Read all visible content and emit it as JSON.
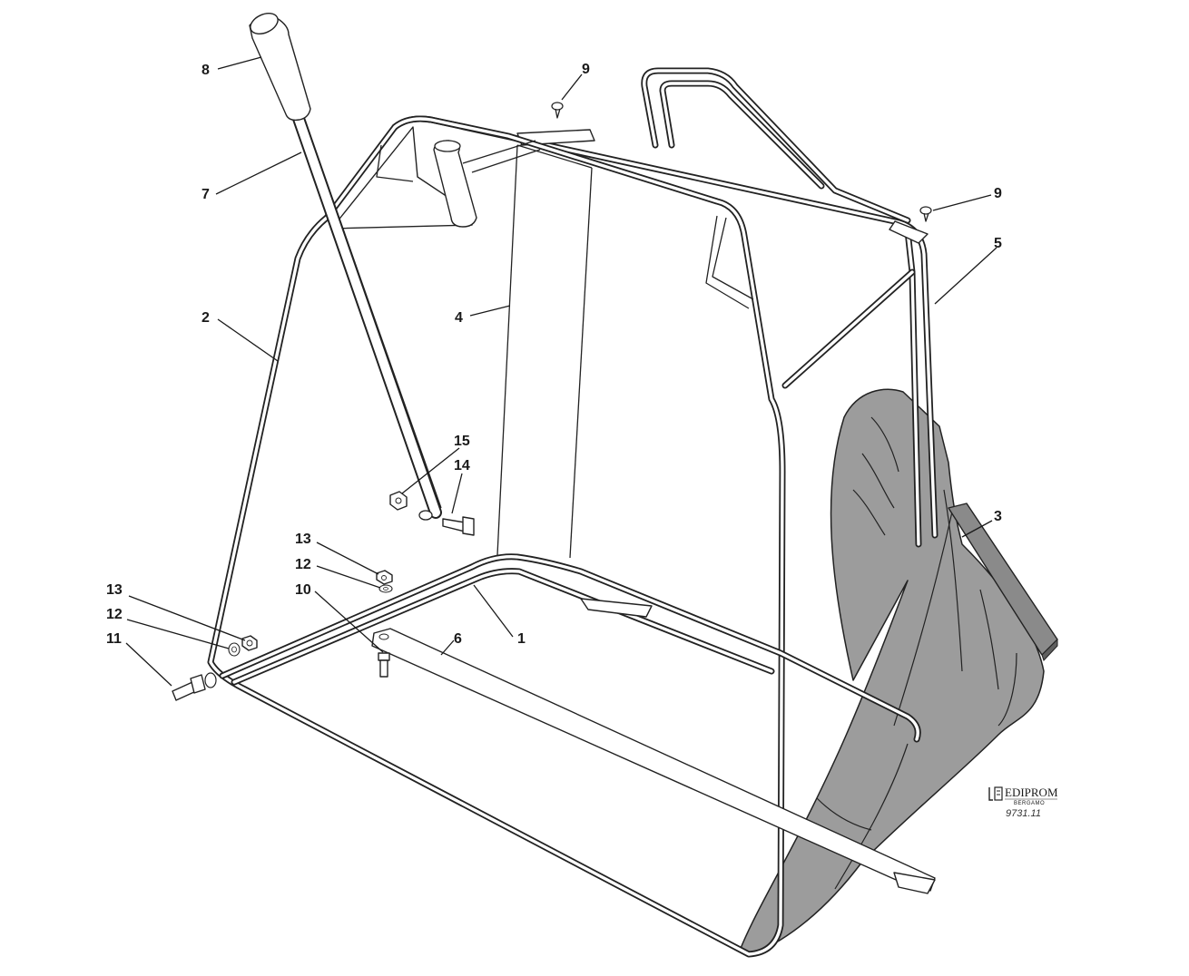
{
  "diagram": {
    "callouts": [
      {
        "id": "label-1",
        "text": "1"
      },
      {
        "id": "label-2",
        "text": "2"
      },
      {
        "id": "label-3",
        "text": "3"
      },
      {
        "id": "label-4",
        "text": "4"
      },
      {
        "id": "label-5",
        "text": "5"
      },
      {
        "id": "label-6",
        "text": "6"
      },
      {
        "id": "label-7",
        "text": "7"
      },
      {
        "id": "label-8",
        "text": "8"
      },
      {
        "id": "label-9a",
        "text": "9"
      },
      {
        "id": "label-9b",
        "text": "9"
      },
      {
        "id": "label-10",
        "text": "10"
      },
      {
        "id": "label-11",
        "text": "11"
      },
      {
        "id": "label-12a",
        "text": "12"
      },
      {
        "id": "label-12b",
        "text": "12"
      },
      {
        "id": "label-13a",
        "text": "13"
      },
      {
        "id": "label-13b",
        "text": "13"
      },
      {
        "id": "label-14",
        "text": "14"
      },
      {
        "id": "label-15",
        "text": "15"
      }
    ],
    "logo": {
      "name": "EDIPROM",
      "subtitle": "BERGAMO"
    },
    "reference_code": "9731.11"
  }
}
